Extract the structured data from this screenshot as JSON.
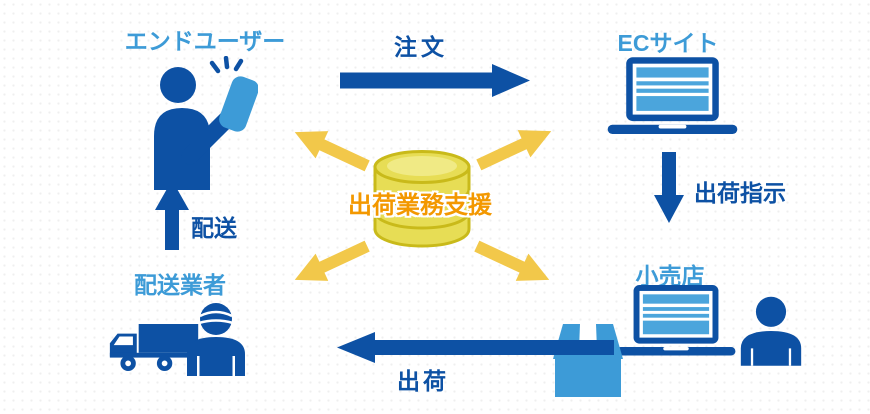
{
  "nodes": {
    "end_user": {
      "label": "エンドユーザー"
    },
    "ec_site": {
      "label": "ECサイト"
    },
    "retailer": {
      "label": "小売店"
    },
    "delivery_company": {
      "label": "配送業者"
    },
    "hub": {
      "label": "出荷業務支援"
    }
  },
  "flows": {
    "order": {
      "label": "注文"
    },
    "ship_instruction": {
      "label": "出荷指示"
    },
    "ship": {
      "label": "出荷"
    },
    "delivery": {
      "label": "配送"
    }
  },
  "icons": {
    "end_user": "person-with-smartphone-icon",
    "ec_site": "laptop-icon",
    "retailer": [
      "package-box-icon",
      "laptop-icon",
      "person-icon"
    ],
    "delivery_company": [
      "truck-icon",
      "delivery-worker-icon"
    ],
    "hub": "database-cylinder-icon"
  },
  "colors": {
    "dark_blue": "#0d51a4",
    "light_blue": "#3d9bd7",
    "screen_blue": "#4ba5dc",
    "yellow": "#f2c84a",
    "cyl_body": "#e7dd55",
    "cyl_inner": "#f0ea85",
    "cyl_stroke": "#c9ba1a",
    "orange": "#f39800",
    "background": "#ffffff"
  }
}
